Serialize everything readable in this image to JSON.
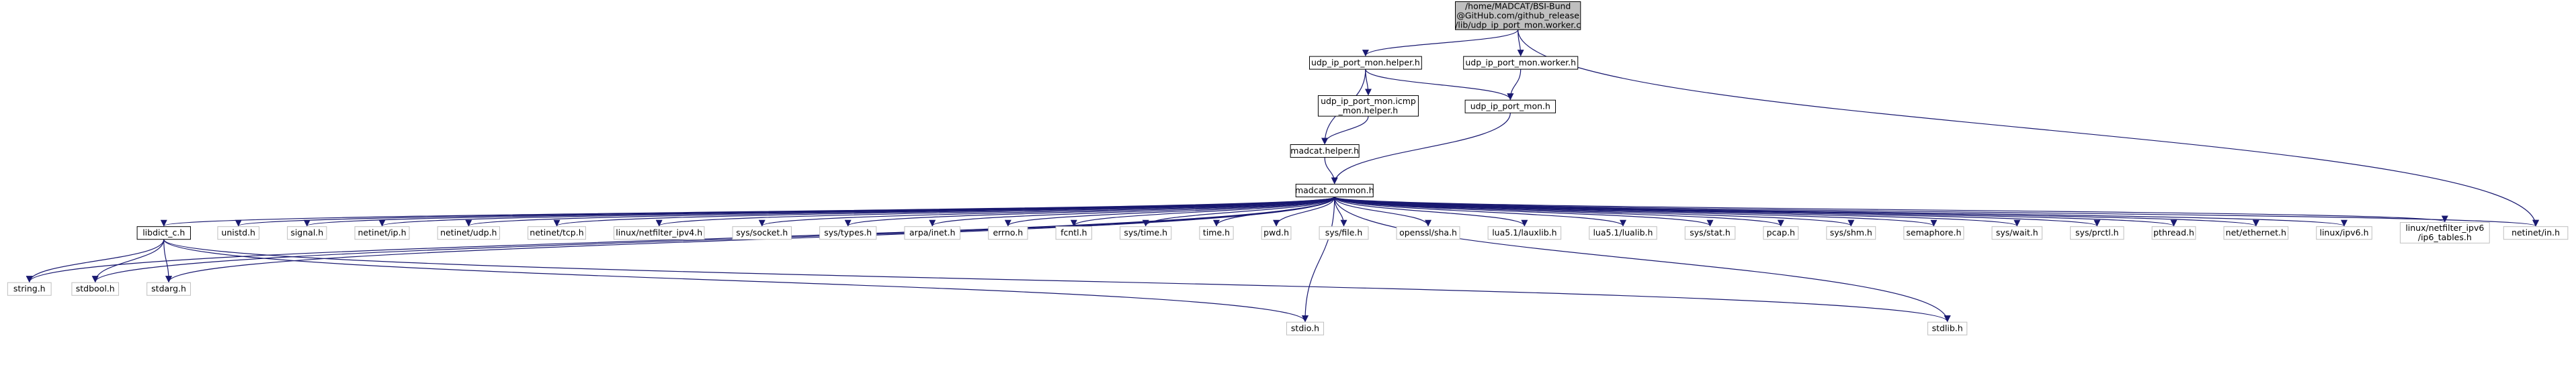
{
  "graph": {
    "root": {
      "lines": [
        "/home/MADCAT/BSI-Bund",
        "@GitHub.com/github_release",
        "/lib/udp_ip_port_mon.worker.c"
      ]
    },
    "nodes": [
      {
        "id": "helper_h",
        "lines": [
          "udp_ip_port_mon.helper.h"
        ]
      },
      {
        "id": "worker_h",
        "lines": [
          "udp_ip_port_mon.worker.h"
        ]
      },
      {
        "id": "icmp_helper_h",
        "lines": [
          "udp_ip_port_mon.icmp",
          "_mon.helper.h"
        ]
      },
      {
        "id": "port_mon_h",
        "lines": [
          "udp_ip_port_mon.h"
        ]
      },
      {
        "id": "madcat_helper_h",
        "lines": [
          "madcat.helper.h"
        ]
      },
      {
        "id": "madcat_common_h",
        "lines": [
          "madcat.common.h"
        ]
      },
      {
        "id": "libdict_c_h",
        "lines": [
          "libdict_c.h"
        ]
      },
      {
        "id": "unistd_h",
        "lines": [
          "unistd.h"
        ]
      },
      {
        "id": "signal_h",
        "lines": [
          "signal.h"
        ]
      },
      {
        "id": "netinet_ip_h",
        "lines": [
          "netinet/ip.h"
        ]
      },
      {
        "id": "netinet_udp_h",
        "lines": [
          "netinet/udp.h"
        ]
      },
      {
        "id": "netinet_tcp_h",
        "lines": [
          "netinet/tcp.h"
        ]
      },
      {
        "id": "linux_netfilter_ipv4_h",
        "lines": [
          "linux/netfilter_ipv4.h"
        ]
      },
      {
        "id": "sys_socket_h",
        "lines": [
          "sys/socket.h"
        ]
      },
      {
        "id": "sys_types_h",
        "lines": [
          "sys/types.h"
        ]
      },
      {
        "id": "arpa_inet_h",
        "lines": [
          "arpa/inet.h"
        ]
      },
      {
        "id": "errno_h",
        "lines": [
          "errno.h"
        ]
      },
      {
        "id": "fcntl_h",
        "lines": [
          "fcntl.h"
        ]
      },
      {
        "id": "sys_time_h",
        "lines": [
          "sys/time.h"
        ]
      },
      {
        "id": "time_h",
        "lines": [
          "time.h"
        ]
      },
      {
        "id": "pwd_h",
        "lines": [
          "pwd.h"
        ]
      },
      {
        "id": "sys_file_h",
        "lines": [
          "sys/file.h"
        ]
      },
      {
        "id": "openssl_sha_h",
        "lines": [
          "openssl/sha.h"
        ]
      },
      {
        "id": "lua_lauxlib_h",
        "lines": [
          "lua5.1/lauxlib.h"
        ]
      },
      {
        "id": "lua_lualib_h",
        "lines": [
          "lua5.1/lualib.h"
        ]
      },
      {
        "id": "sys_stat_h",
        "lines": [
          "sys/stat.h"
        ]
      },
      {
        "id": "pcap_h",
        "lines": [
          "pcap.h"
        ]
      },
      {
        "id": "sys_shm_h",
        "lines": [
          "sys/shm.h"
        ]
      },
      {
        "id": "semaphore_h",
        "lines": [
          "semaphore.h"
        ]
      },
      {
        "id": "sys_wait_h",
        "lines": [
          "sys/wait.h"
        ]
      },
      {
        "id": "sys_prctl_h",
        "lines": [
          "sys/prctl.h"
        ]
      },
      {
        "id": "pthread_h",
        "lines": [
          "pthread.h"
        ]
      },
      {
        "id": "net_ethernet_h",
        "lines": [
          "net/ethernet.h"
        ]
      },
      {
        "id": "linux_ipv6_h",
        "lines": [
          "linux/ipv6.h"
        ]
      },
      {
        "id": "ip6_tables_h",
        "lines": [
          "linux/netfilter_ipv6",
          "/ip6_tables.h"
        ]
      },
      {
        "id": "netinet_in_h",
        "lines": [
          "netinet/in.h"
        ]
      },
      {
        "id": "string_h",
        "lines": [
          "string.h"
        ]
      },
      {
        "id": "stdbool_h",
        "lines": [
          "stdbool.h"
        ]
      },
      {
        "id": "stdarg_h",
        "lines": [
          "stdarg.h"
        ]
      },
      {
        "id": "stdio_h",
        "lines": [
          "stdio.h"
        ]
      },
      {
        "id": "stdlib_h",
        "lines": [
          "stdlib.h"
        ]
      }
    ],
    "edges": [
      [
        "root",
        "helper_h"
      ],
      [
        "root",
        "worker_h"
      ],
      [
        "root",
        "netinet_in_h"
      ],
      [
        "helper_h",
        "icmp_helper_h"
      ],
      [
        "helper_h",
        "port_mon_h"
      ],
      [
        "helper_h",
        "madcat_helper_h"
      ],
      [
        "worker_h",
        "port_mon_h"
      ],
      [
        "icmp_helper_h",
        "madcat_helper_h"
      ],
      [
        "port_mon_h",
        "madcat_common_h"
      ],
      [
        "madcat_helper_h",
        "madcat_common_h"
      ],
      [
        "madcat_common_h",
        "libdict_c_h"
      ],
      [
        "madcat_common_h",
        "unistd_h"
      ],
      [
        "madcat_common_h",
        "signal_h"
      ],
      [
        "madcat_common_h",
        "netinet_ip_h"
      ],
      [
        "madcat_common_h",
        "netinet_udp_h"
      ],
      [
        "madcat_common_h",
        "netinet_tcp_h"
      ],
      [
        "madcat_common_h",
        "linux_netfilter_ipv4_h"
      ],
      [
        "madcat_common_h",
        "sys_socket_h"
      ],
      [
        "madcat_common_h",
        "sys_types_h"
      ],
      [
        "madcat_common_h",
        "arpa_inet_h"
      ],
      [
        "madcat_common_h",
        "errno_h"
      ],
      [
        "madcat_common_h",
        "fcntl_h"
      ],
      [
        "madcat_common_h",
        "sys_time_h"
      ],
      [
        "madcat_common_h",
        "time_h"
      ],
      [
        "madcat_common_h",
        "pwd_h"
      ],
      [
        "madcat_common_h",
        "sys_file_h"
      ],
      [
        "madcat_common_h",
        "openssl_sha_h"
      ],
      [
        "madcat_common_h",
        "lua_lauxlib_h"
      ],
      [
        "madcat_common_h",
        "lua_lualib_h"
      ],
      [
        "madcat_common_h",
        "sys_stat_h"
      ],
      [
        "madcat_common_h",
        "pcap_h"
      ],
      [
        "madcat_common_h",
        "sys_shm_h"
      ],
      [
        "madcat_common_h",
        "semaphore_h"
      ],
      [
        "madcat_common_h",
        "sys_wait_h"
      ],
      [
        "madcat_common_h",
        "sys_prctl_h"
      ],
      [
        "madcat_common_h",
        "pthread_h"
      ],
      [
        "madcat_common_h",
        "net_ethernet_h"
      ],
      [
        "madcat_common_h",
        "linux_ipv6_h"
      ],
      [
        "madcat_common_h",
        "ip6_tables_h"
      ],
      [
        "madcat_common_h",
        "netinet_in_h"
      ],
      [
        "madcat_common_h",
        "string_h"
      ],
      [
        "madcat_common_h",
        "stdbool_h"
      ],
      [
        "madcat_common_h",
        "stdarg_h"
      ],
      [
        "madcat_common_h",
        "stdio_h"
      ],
      [
        "madcat_common_h",
        "stdlib_h"
      ],
      [
        "libdict_c_h",
        "string_h"
      ],
      [
        "libdict_c_h",
        "stdbool_h"
      ],
      [
        "libdict_c_h",
        "stdarg_h"
      ],
      [
        "libdict_c_h",
        "stdio_h"
      ],
      [
        "libdict_c_h",
        "stdlib_h"
      ]
    ],
    "colors": {
      "edge": "#191970",
      "root_fill": "#bfbfbf",
      "node_fill": "#ffffff",
      "node_border_linked": "#000000",
      "node_border_leaf": "#bfbfbf",
      "text": "#000000"
    }
  }
}
